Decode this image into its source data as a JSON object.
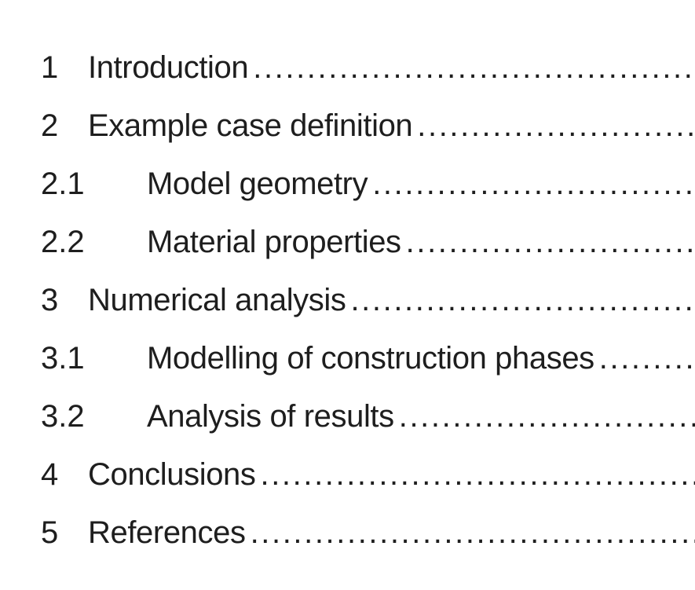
{
  "toc": {
    "entries": [
      {
        "number": "1",
        "title": "Introduction",
        "level": 1
      },
      {
        "number": "2",
        "title": "Example case definition",
        "level": 1
      },
      {
        "number": "2.1",
        "title": "Model geometry",
        "level": 2
      },
      {
        "number": "2.2",
        "title": "Material properties",
        "level": 2
      },
      {
        "number": "3",
        "title": "Numerical analysis",
        "level": 1
      },
      {
        "number": "3.1",
        "title": "Modelling of construction phases",
        "level": 2
      },
      {
        "number": "3.2",
        "title": "Analysis of results",
        "level": 2
      },
      {
        "number": "4",
        "title": "Conclusions",
        "level": 1
      },
      {
        "number": "5",
        "title": "References",
        "level": 1
      }
    ],
    "leader": "...................................................................................................."
  }
}
